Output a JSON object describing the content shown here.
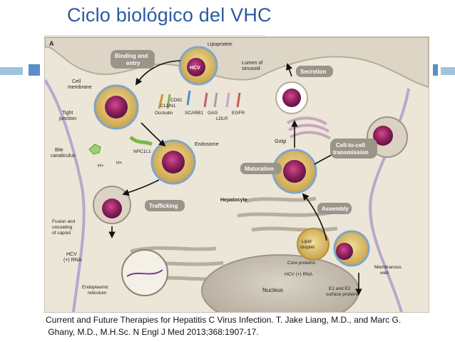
{
  "slide": {
    "title": "Ciclo biológico del VHC",
    "caption_line1": "Current and Future Therapies for Hepatitis C Virus Infection. T. Jake Liang, M.D., and Marc G.",
    "caption_line2": " Ghany, M.D., M.H.Sc. N Engl J Med 2013;368:1907-17."
  },
  "colors": {
    "title": "#2b5aa0",
    "accent_square": "#5b8fc7",
    "accent_bar": "#9ec4dd"
  },
  "figure": {
    "panel_letter": "A",
    "labels": {
      "cell_membrane": [
        "Cell",
        "membrane"
      ],
      "tight_junction": [
        "Tight",
        "junction"
      ],
      "bile_canaliculus": [
        "Bile",
        "canaliculus"
      ],
      "binding_entry": [
        "Binding and",
        "entry"
      ],
      "lipoprotein": "Lipoprotein",
      "hcv": "HCV",
      "lumen": [
        "Lumen of",
        "sinusoid"
      ],
      "secretion": "Secretion",
      "cldn1": "CLDN1",
      "cd81": "CD81",
      "occludin": "Occludin",
      "scarb1": "SCARB1",
      "gag": "GAG",
      "ldlr": "LDLR",
      "egfr": "EGFR",
      "npc1l1": "NPC1L1",
      "endosome": "Endosome",
      "golgi": "Golgi",
      "cell_to_cell": [
        "Cell-to-cell",
        "transmission"
      ],
      "maturation": "Maturation",
      "hepatocyte": "Hepatocyte",
      "hplus1": "H+",
      "hplus2": "H+",
      "trafficking": "Trafficking",
      "assembly": "Assembly",
      "fusion": [
        "Fusion and",
        "uncoating",
        "of capsid"
      ],
      "lipid_droplet": [
        "Lipid",
        "droplet"
      ],
      "hcv_rna_left": [
        "HCV",
        "(+) RNA"
      ],
      "core_proteins": "Core proteins",
      "hcv_rna_right": "HCV (+) RNA",
      "membranous_web": [
        "Membranous",
        "web"
      ],
      "er": [
        "Endoplasmic",
        "reticulum"
      ],
      "nucleus": "Nucleus",
      "e1e2": [
        "E1 and E2",
        "surface proteins"
      ]
    }
  }
}
